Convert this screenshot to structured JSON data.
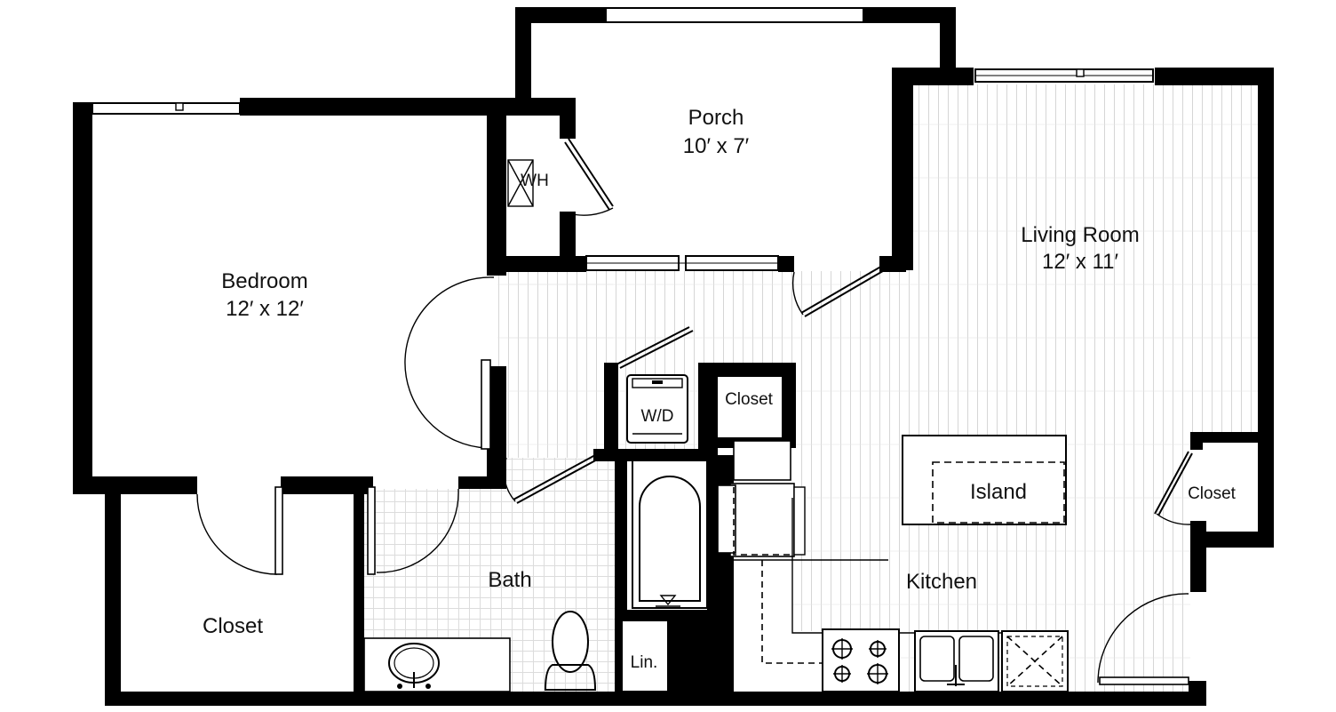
{
  "rooms": {
    "porch": {
      "name": "Porch",
      "size": "10′ x 7′"
    },
    "living": {
      "name": "Living Room",
      "size": "12′ x 11′"
    },
    "bedroom": {
      "name": "Bedroom",
      "size": "12′ x 12′"
    },
    "bath": {
      "name": "Bath"
    },
    "kitchen": {
      "name": "Kitchen"
    },
    "bedroom_closet": {
      "name": "Closet"
    },
    "hall_closet": {
      "name": "Closet"
    },
    "living_closet": {
      "name": "Closet"
    },
    "linen": {
      "name": "Lin."
    }
  },
  "fixtures": {
    "water_heater": "WH",
    "washer_dryer": "W/D",
    "island": "Island"
  }
}
